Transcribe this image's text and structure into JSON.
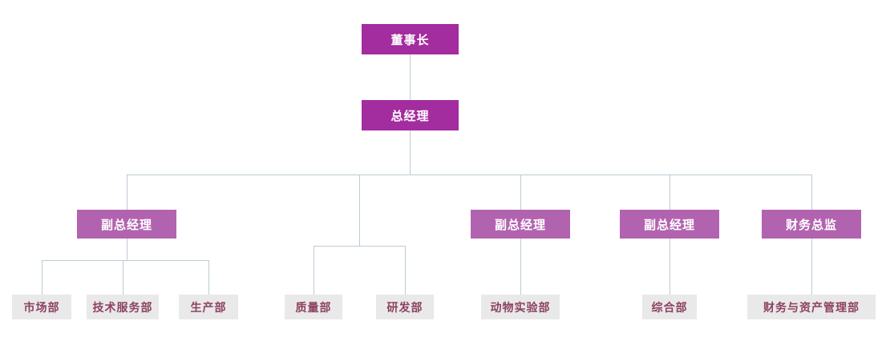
{
  "org_chart": {
    "title": "company-organization-chart",
    "colors": {
      "executive_box": "#a32c9f",
      "manager_box": "#b263af",
      "department_box": "#e9e9e9",
      "department_text": "#8d4160",
      "connector_line": "#bccbd4"
    },
    "nodes": {
      "chairman": "董事长",
      "general_manager": "总经理",
      "deputy_general_manager_1": "副总经理",
      "deputy_general_manager_2": "副总经理",
      "deputy_general_manager_3": "副总经理",
      "finance_director": "财务总监",
      "marketing_dept": "市场部",
      "technical_service_dept": "技术服务部",
      "production_dept": "生产部",
      "quality_dept": "质量部",
      "rd_dept": "研发部",
      "animal_lab_dept": "动物实验部",
      "general_affairs_dept": "综合部",
      "finance_asset_dept": "财务与资产管理部"
    },
    "hierarchy_note": {
      "level1": "chairman",
      "level2": "general_manager",
      "level3": [
        "deputy_general_manager_1",
        "deputy_general_manager_2",
        "deputy_general_manager_3",
        "finance_director"
      ],
      "deputy_general_manager_1_children": [
        "marketing_dept",
        "technical_service_dept",
        "production_dept"
      ],
      "general_manager_direct_children": [
        "quality_dept",
        "rd_dept"
      ],
      "deputy_general_manager_2_children": [
        "animal_lab_dept"
      ],
      "deputy_general_manager_3_children": [
        "general_affairs_dept"
      ],
      "finance_director_children": [
        "finance_asset_dept"
      ]
    }
  }
}
